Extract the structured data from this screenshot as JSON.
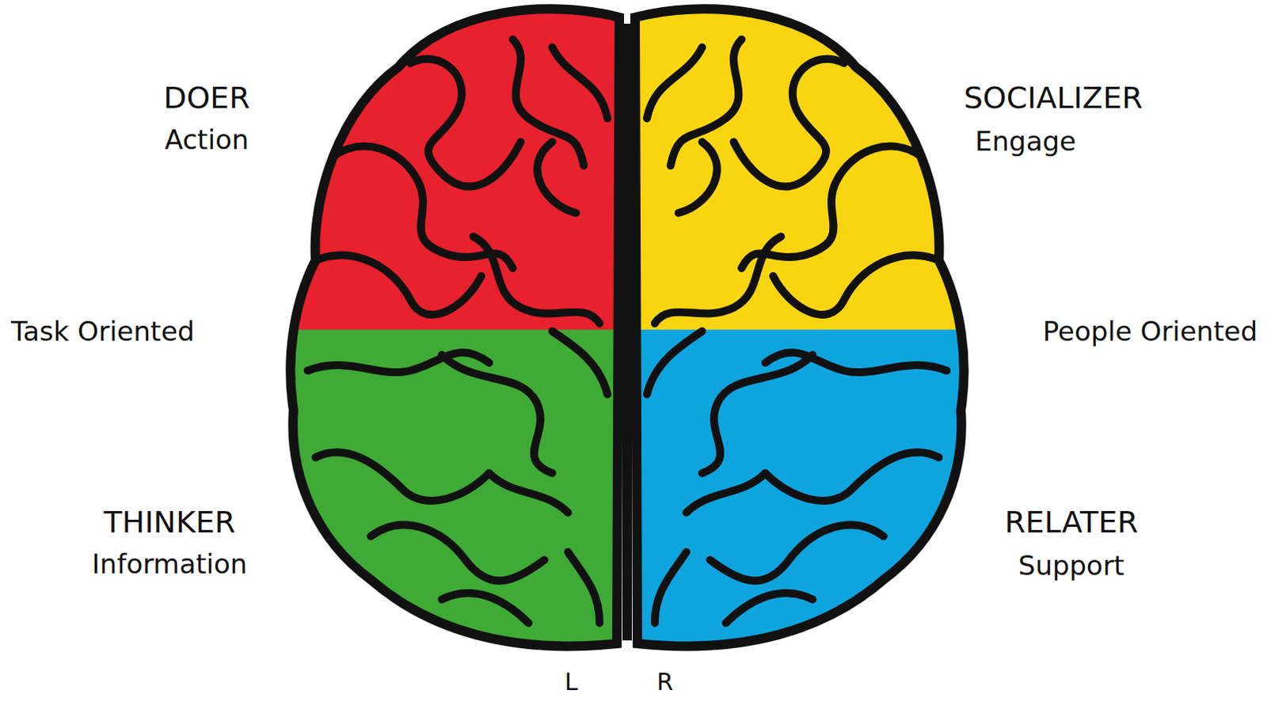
{
  "diagram": {
    "labels": [
      "DOER",
      "Action",
      "SOCIALIZER",
      "Engage",
      "Task Oriented",
      "People Oriented",
      "THINKER",
      "Information",
      "RELATER",
      "Support",
      "L",
      "R"
    ]
  }
}
